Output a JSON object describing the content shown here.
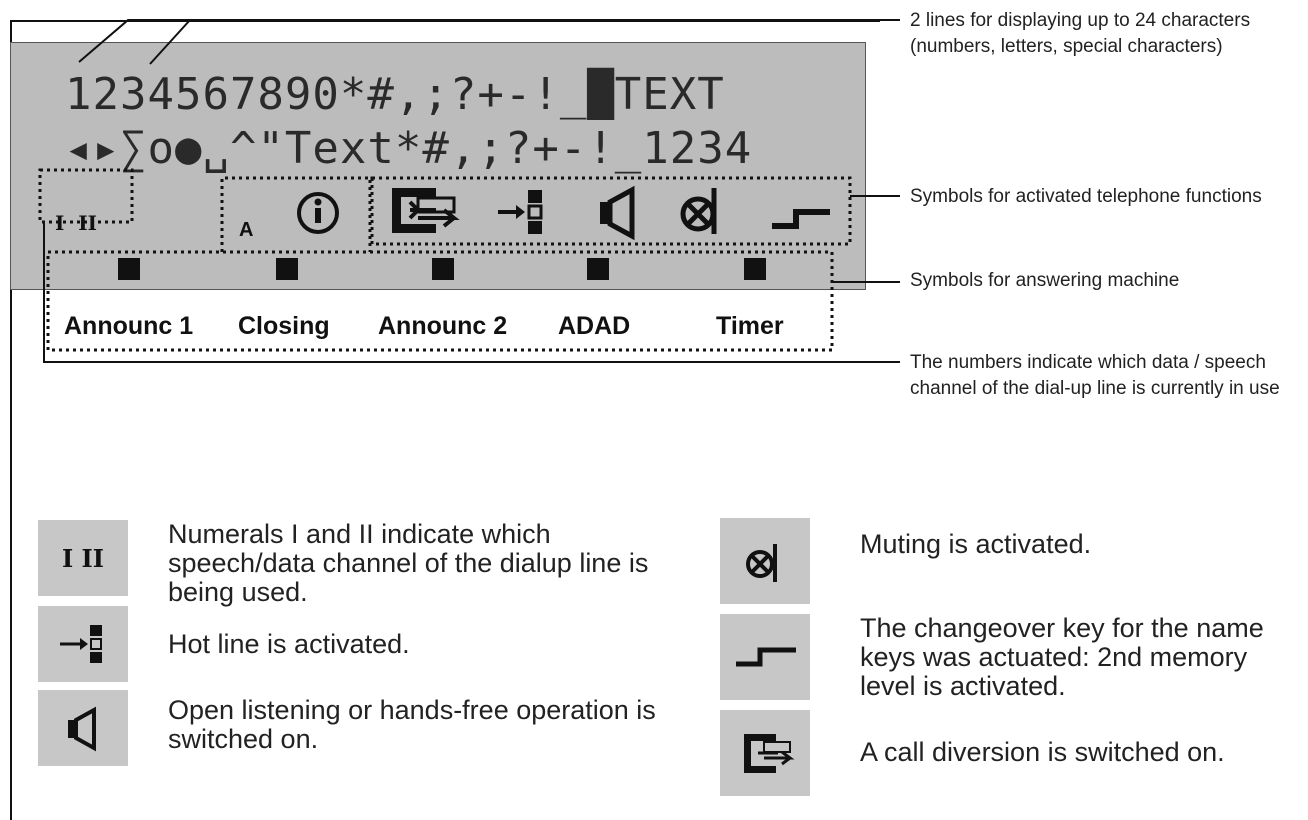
{
  "display": {
    "line1": "1234567890*#,;?+-!_█TEXT",
    "line2": "◂▸∑o●␣^\"Text*#,;?+-!_1234",
    "channel_numerals": "I  II",
    "info_prefix": "A",
    "info_glyph": "i"
  },
  "machine_labels": [
    "Announc 1",
    "Closing",
    "Announc 2",
    "ADAD",
    "Timer"
  ],
  "annotations": {
    "lines": "2 lines for displaying up to 24 characters (numbers, letters, special characters)",
    "symbols": "Symbols for activated telephone functions",
    "machine": "Symbols for answering machine",
    "numbers": "The numbers indicate which data / speech channel of the dial-up line is currently in use"
  },
  "legend": {
    "channels": {
      "icon_text": "I II",
      "text": "Numerals I and II indicate which speech/data channel of the dialup line is being used."
    },
    "hotline": {
      "text": "Hot line is activated."
    },
    "speaker": {
      "text": "Open listening or hands-free operation is switched on."
    },
    "mute": {
      "text": "Muting is activated."
    },
    "changeover": {
      "text": "The changeover key for the name keys was actuated: 2nd memory level is activated."
    },
    "diversion": {
      "text": "A call diversion is switched on."
    }
  },
  "colors": {
    "lcd": "#bcbcbc",
    "legend_bg": "#c7c7c7",
    "ink": "#111111"
  },
  "icons": [
    "call-diversion-icon",
    "hot-line-icon",
    "speaker-icon",
    "mute-icon",
    "changeover-icon",
    "info-icon"
  ]
}
